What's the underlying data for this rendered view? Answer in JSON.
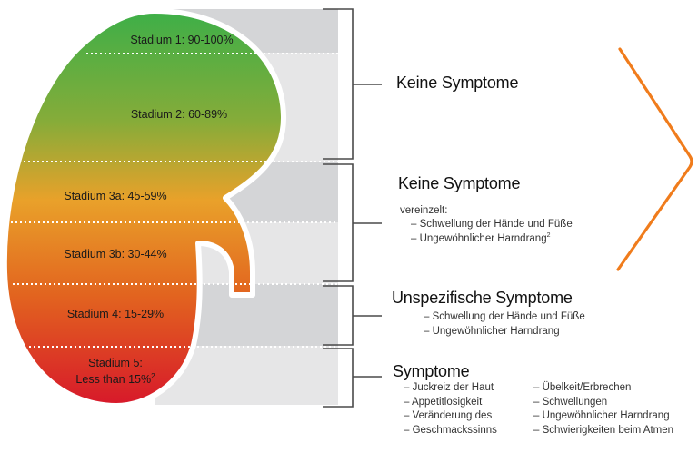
{
  "colors": {
    "gradient_top": "#3daf48",
    "gradient_upper_mid": "#8aad38",
    "gradient_mid": "#e9a12a",
    "gradient_lower_mid": "#e2641f",
    "gradient_bottom": "#d7182a",
    "band_dark": "#d4d5d7",
    "band_light": "#e6e6e7",
    "bracket": "#4a4a4a",
    "chevron": "#f07c1c"
  },
  "stages": [
    {
      "id": "1",
      "label": "Stadium 1: 90-100%"
    },
    {
      "id": "2",
      "label": "Stadium 2: 60-89%"
    },
    {
      "id": "3a",
      "label": "Stadium 3a: 45-59%"
    },
    {
      "id": "3b",
      "label": "Stadium 3b: 30-44%"
    },
    {
      "id": "4",
      "label": "Stadium 4: 15-29%"
    },
    {
      "id": "5",
      "label_line1": "Stadium 5:",
      "label_line2": "Less than 15%",
      "footnote": "2"
    }
  ],
  "groups": [
    {
      "stages": "1-2",
      "heading": "Keine Symptome",
      "intro": "",
      "items": []
    },
    {
      "stages": "3a-3b",
      "heading": "Keine Symptome",
      "intro": "vereinzelt:",
      "items": [
        "– Schwellung der Hände und Füße",
        "– Ungewöhnlicher Harndrang"
      ],
      "footnote_on_item_2": "2"
    },
    {
      "stages": "4",
      "heading": "Unspezifische Symptome",
      "items": [
        "– Schwellung der Hände und Füße",
        "– Ungewöhnlicher Harndrang"
      ]
    },
    {
      "stages": "5",
      "heading": "Symptome",
      "items_col1": [
        "– Juckreiz der Haut",
        "– Appetitlosigkeit",
        "– Veränderung des",
        "– Geschmackssinns"
      ],
      "items_col2": [
        "– Übelkeit/Erbrechen",
        "– Schwellungen",
        "– Ungewöhnlicher Harndrang",
        "– Schwierigkeiten beim Atmen"
      ]
    }
  ],
  "icons": {
    "chevron": "chevron-right-icon"
  }
}
